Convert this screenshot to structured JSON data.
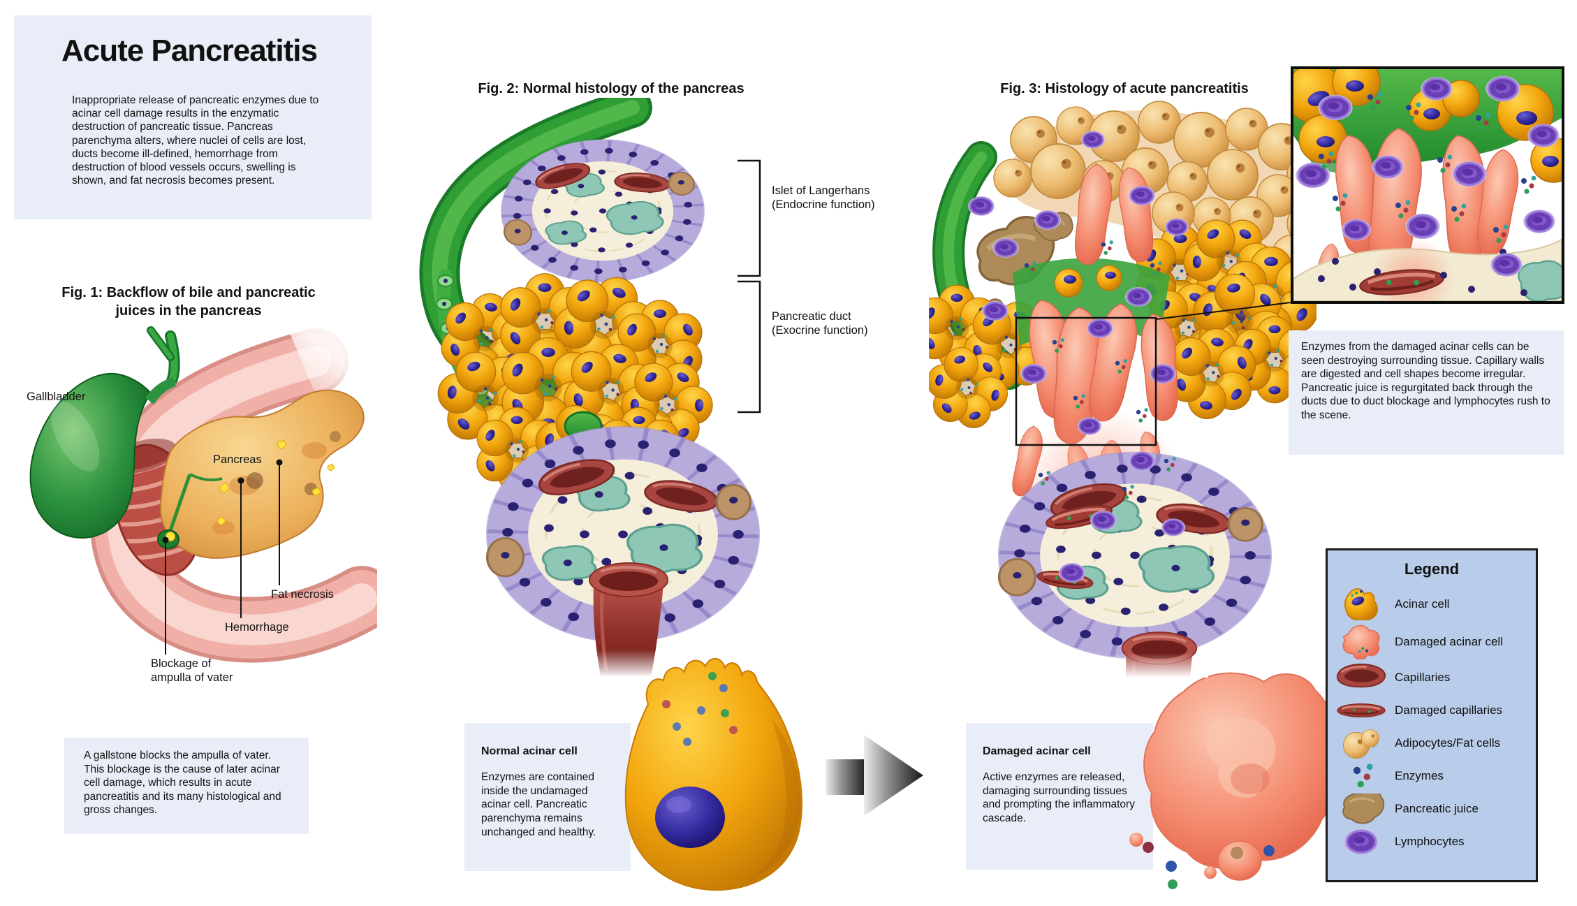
{
  "title_box": {
    "title": "Acute Pancreatitis",
    "body": "Inappropriate release of pancreatic enzymes due to acinar cell damage results in the enzymatic destruction of pancreatic tissue. Pancreas parenchyma alters, where nuclei of cells are lost, ducts become ill-defined, hemorrhage from destruction of blood vessels occurs, swelling is shown, and fat necrosis becomes present."
  },
  "fig1": {
    "title1": "Fig. 1: Backflow of bile and pancreatic",
    "title2": "juices in the pancreas",
    "label_gallbladder": "Gallbladder",
    "label_pancreas": "Pancreas",
    "label_fat_necrosis": "Fat necrosis",
    "label_hemorrhage": "Hemorrhage",
    "label_blockage1": "Blockage of",
    "label_blockage2": "ampulla of vater",
    "caption": "A gallstone blocks the ampulla of vater. This blockage is the cause of later acinar cell damage, which results in acute pancreatitis and its many histological and gross changes."
  },
  "fig2": {
    "title": "Fig. 2: Normal histology of the pancreas",
    "islet_label1": "Islet of Langerhans",
    "islet_label2": "(Endocrine function)",
    "duct_label1": "Pancreatic duct",
    "duct_label2": "(Exocrine function)"
  },
  "normal_cell": {
    "heading": "Normal acinar cell",
    "body": "Enzymes are contained inside the undamaged acinar cell. Pancreatic parenchyma remains unchanged and healthy."
  },
  "fig3": {
    "title": "Fig. 3: Histology of acute pancreatitis",
    "caption": "Enzymes from the damaged acinar cells can be seen destroying surrounding tissue. Capillary walls are digested and cell shapes become irregular. Pancreatic juice is regurgitated back through the ducts due to duct blockage and lymphocytes rush to the scene."
  },
  "damaged_cell": {
    "heading": "Damaged acinar cell",
    "body": "Active enzymes are released, damaging surrounding tissues and prompting the inflammatory cascade."
  },
  "legend": {
    "title": "Legend",
    "items": [
      {
        "label": "Acinar cell",
        "icon": "acinar-cell-icon"
      },
      {
        "label": "Damaged acinar cell",
        "icon": "damaged-acinar-cell-icon"
      },
      {
        "label": "Capillaries",
        "icon": "capillary-icon"
      },
      {
        "label": "Damaged capillaries",
        "icon": "damaged-capillary-icon"
      },
      {
        "label": "Adipocytes/Fat cells",
        "icon": "adipocyte-icon"
      },
      {
        "label": "Enzymes",
        "icon": "enzymes-icon"
      },
      {
        "label": "Pancreatic juice",
        "icon": "pancreatic-juice-icon"
      },
      {
        "label": "Lymphocytes",
        "icon": "lymphocyte-icon"
      }
    ]
  },
  "colors": {
    "info_box_bg": "#e9edf7",
    "legend_bg": "#b9cce9",
    "legend_border": "#1a1a1a",
    "acinar_gold": "#f2a50c",
    "damaged_salmon": "#f4826b",
    "duct_green": "#2f9e35",
    "islet_cream": "#f5eeda",
    "islet_lavender": "#b7abdc",
    "teal_cell": "#8fc7b6",
    "capillary_red": "#a84540",
    "lymphocyte_purple": "#6a3fb5",
    "fat_cell_tan": "#edbd72",
    "pancreatic_juice_brown": "#ad8a58",
    "nucleus_navy": "#2a2170",
    "duodenum_pink": "#f0b0a8",
    "pancreas_tan": "#ecb05b",
    "arrow_black": "#1a1a1a"
  }
}
